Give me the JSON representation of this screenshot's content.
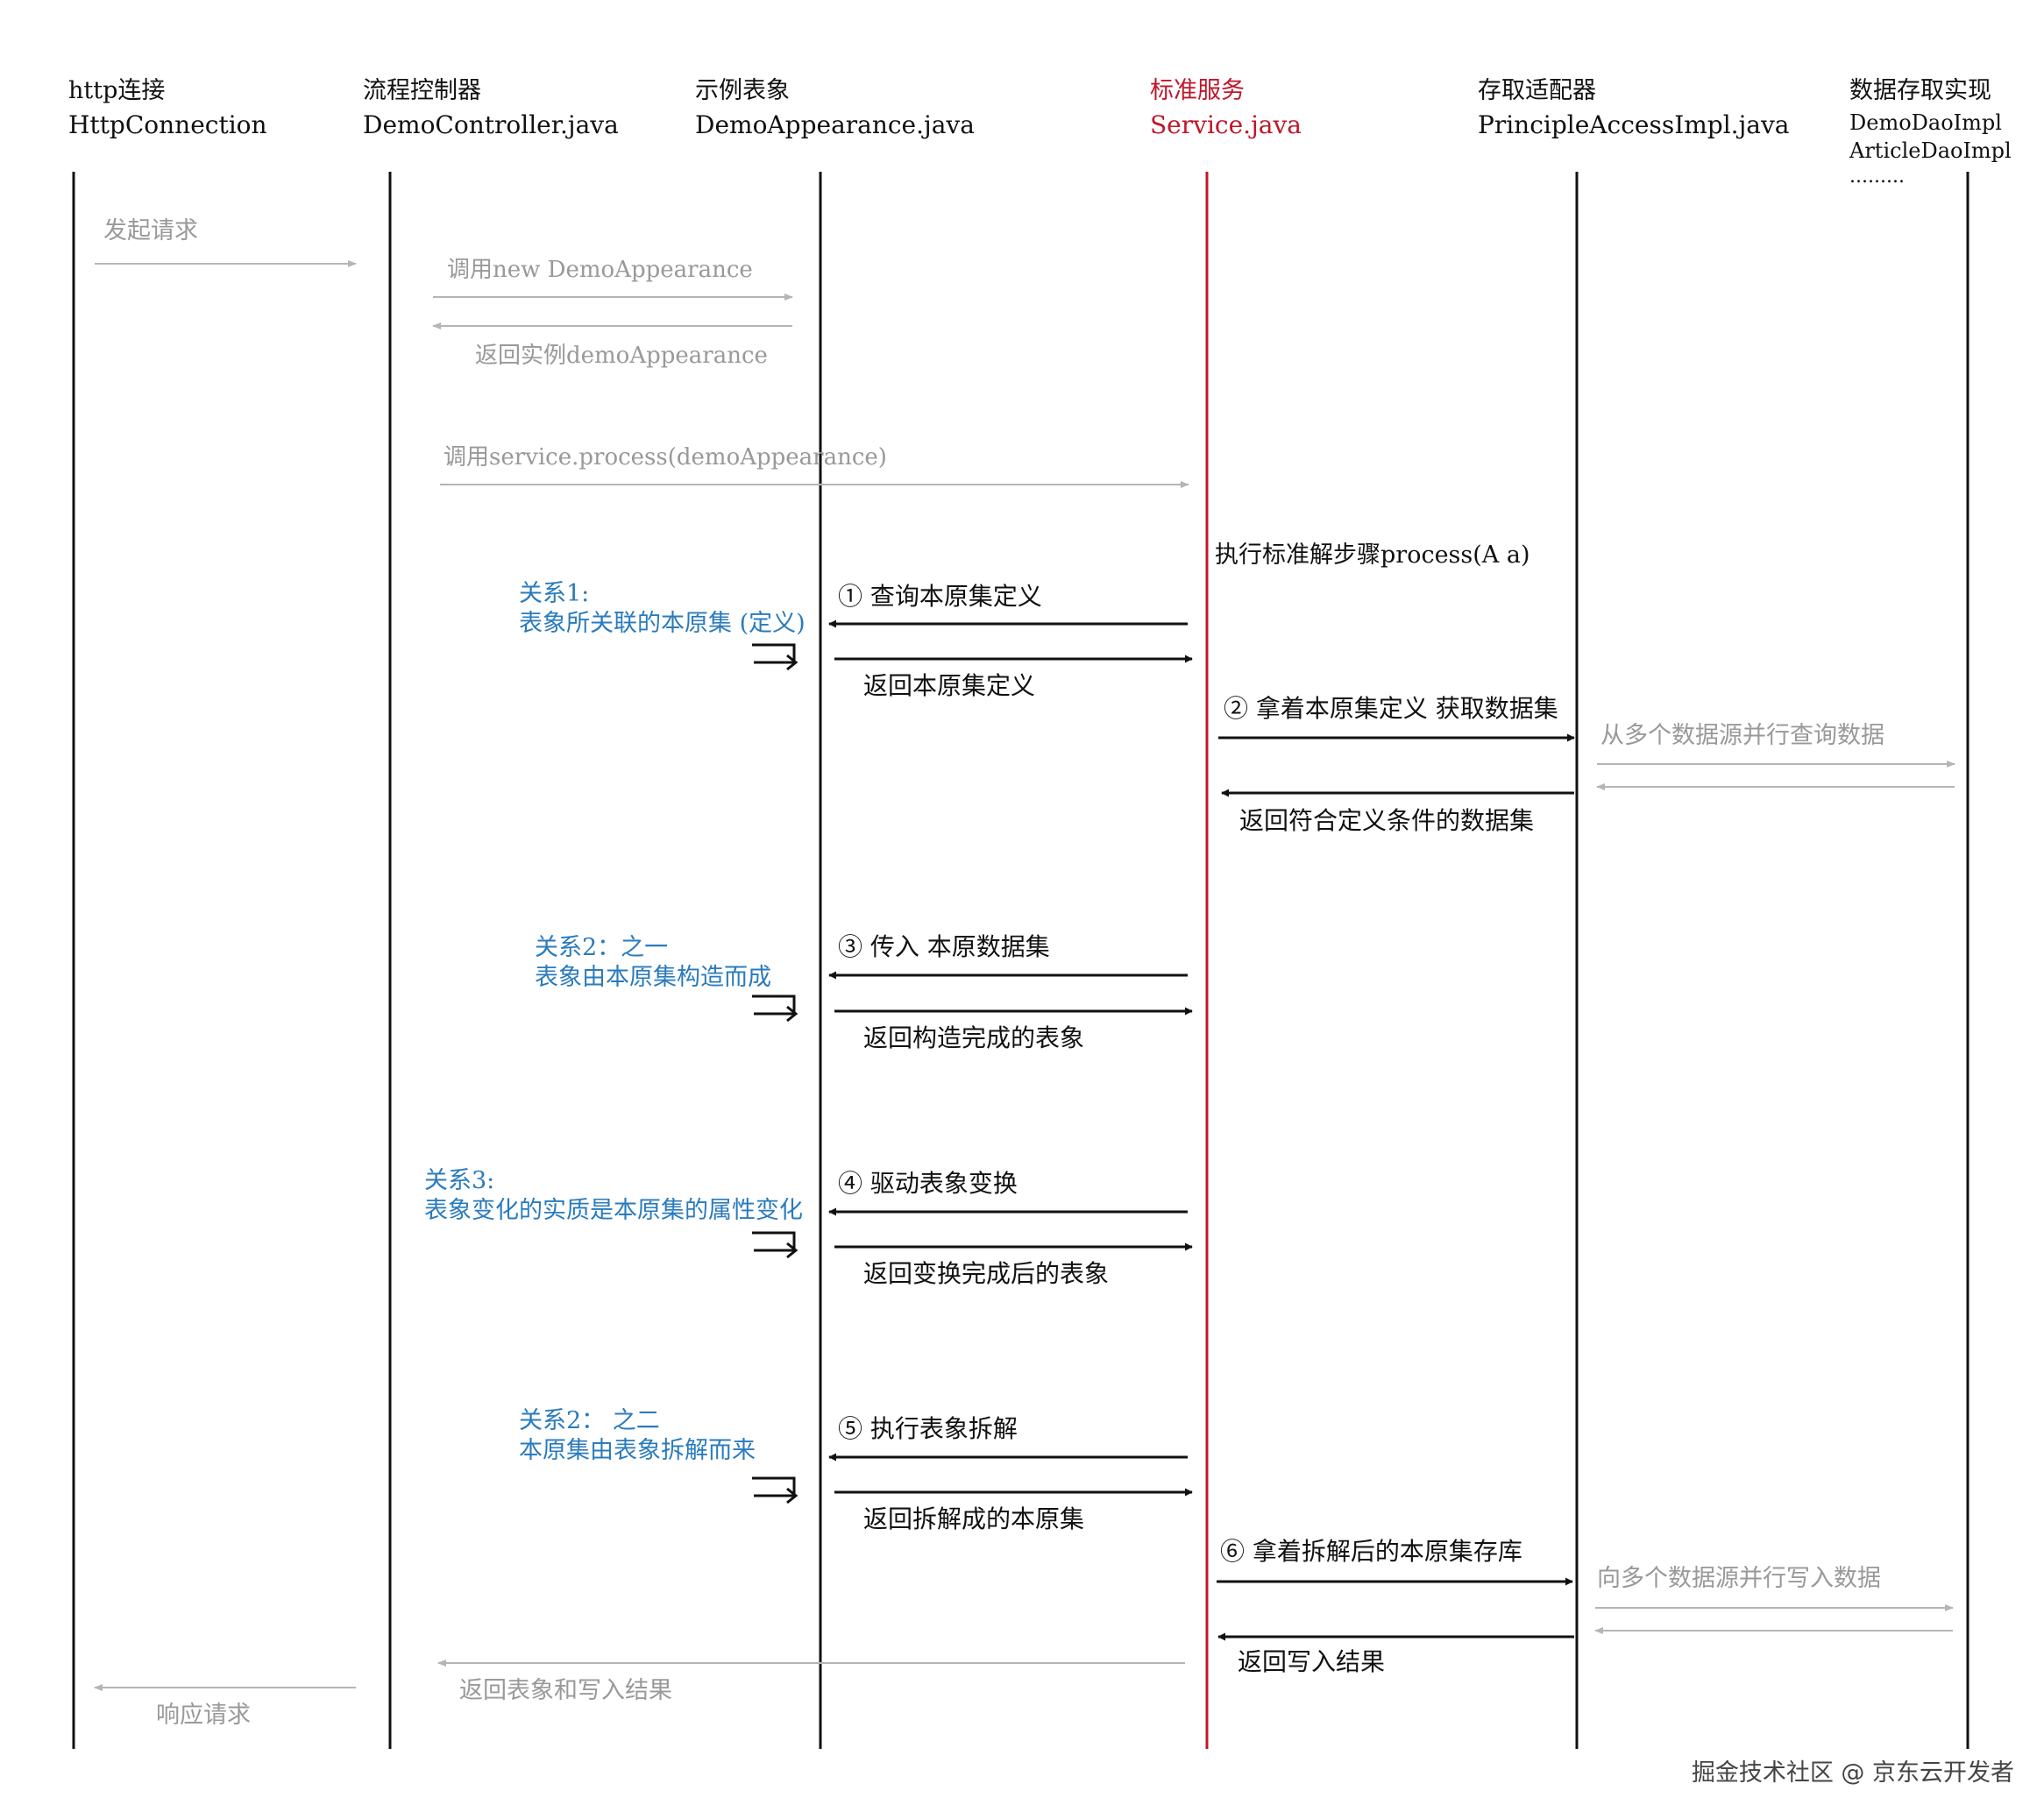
{
  "colors": {
    "black": "#111111",
    "gray": "#999999",
    "gray_line": "#b5b5b5",
    "red": "#c0162a",
    "blue": "#2a7bbd",
    "watermark": "#444444"
  },
  "lanes": [
    {
      "title": "http连接",
      "subtitle": "HttpConnection",
      "extra": [],
      "color": "black"
    },
    {
      "title": "流程控制器",
      "subtitle": "DemoController.java",
      "extra": [],
      "color": "black"
    },
    {
      "title": "示例表象",
      "subtitle": "DemoAppearance.java",
      "extra": [],
      "color": "black"
    },
    {
      "title": "标准服务",
      "subtitle": "Service.java",
      "extra": [],
      "color": "red"
    },
    {
      "title": "存取适配器",
      "subtitle": "PrincipleAccessImpl.java",
      "extra": [],
      "color": "black"
    },
    {
      "title": "数据存取实现",
      "subtitle": "",
      "extra": [
        "DemoDaoImpl",
        "ArticleDaoImpl",
        "........."
      ],
      "color": "black"
    }
  ],
  "messages": [
    {
      "label": "发起请求",
      "style": "gray"
    },
    {
      "label": "调用new DemoAppearance",
      "style": "gray"
    },
    {
      "label": "返回实例demoAppearance",
      "style": "gray"
    },
    {
      "label": "调用service.process(demoAppearance)",
      "style": "gray"
    },
    {
      "label": "① 查询本原集定义",
      "style": "black"
    },
    {
      "label": "返回本原集定义",
      "style": "black"
    },
    {
      "label": "② 拿着本原集定义 获取数据集",
      "style": "black"
    },
    {
      "label": "从多个数据源并行查询数据",
      "style": "gray"
    },
    {
      "label": "",
      "style": "gray"
    },
    {
      "label": "返回符合定义条件的数据集",
      "style": "black"
    },
    {
      "label": "③ 传入 本原数据集",
      "style": "black"
    },
    {
      "label": "返回构造完成的表象",
      "style": "black"
    },
    {
      "label": "④ 驱动表象变换",
      "style": "black"
    },
    {
      "label": "返回变换完成后的表象",
      "style": "black"
    },
    {
      "label": "⑤ 执行表象拆解",
      "style": "black"
    },
    {
      "label": "返回拆解成的本原集",
      "style": "black"
    },
    {
      "label": "⑥ 拿着拆解后的本原集存库",
      "style": "black"
    },
    {
      "label": "向多个数据源并行写入数据",
      "style": "gray"
    },
    {
      "label": "",
      "style": "gray"
    },
    {
      "label": "返回写入结果",
      "style": "black"
    },
    {
      "label": "返回表象和写入结果",
      "style": "gray"
    },
    {
      "label": "响应请求",
      "style": "gray"
    }
  ],
  "service_step": "执行标准解步骤process(A a)",
  "notes": [
    {
      "lines": [
        "关系1:",
        "表象所关联的本原集 (定义)"
      ]
    },
    {
      "lines": [
        "关系2：之一",
        "表象由本原集构造而成"
      ]
    },
    {
      "lines": [
        "关系3:",
        "表象变化的实质是本原集的属性变化"
      ]
    },
    {
      "lines": [
        "关系2： 之二",
        "本原集由表象拆解而来"
      ]
    }
  ],
  "watermark": "掘金技术社区 @ 京东云开发者"
}
